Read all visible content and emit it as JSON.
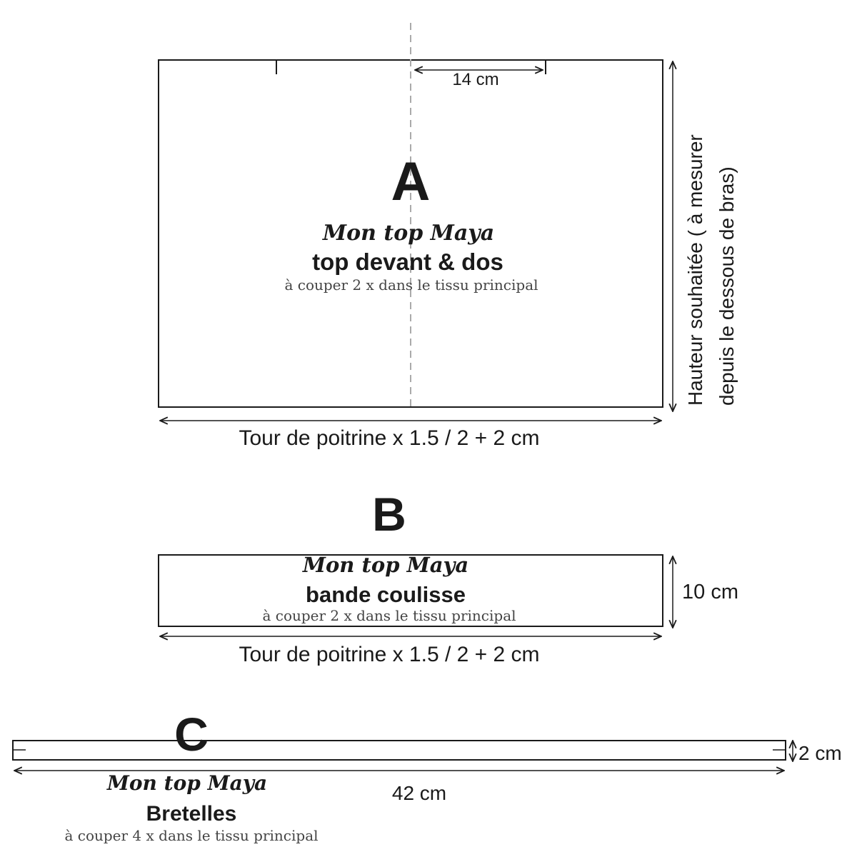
{
  "piece_a": {
    "letter": "A",
    "brand": "Mon top Maya",
    "title": "top devant & dos",
    "instruction": "à couper 2 x dans le tissu principal",
    "slit_dim": "14 cm",
    "width_dim": "Tour de poitrine x 1.5 / 2 + 2 cm",
    "height_dim_line1": "Hauteur souhaitée ( à mesurer",
    "height_dim_line2": "depuis le dessous de bras)"
  },
  "piece_b": {
    "letter": "B",
    "brand": "Mon top Maya",
    "title": "bande coulisse",
    "instruction": "à couper 2 x dans le tissu principal",
    "width_dim": "Tour de poitrine x 1.5 / 2 + 2 cm",
    "height_dim": "10 cm"
  },
  "piece_c": {
    "letter": "C",
    "brand": "Mon top Maya",
    "title": "Bretelles",
    "instruction": "à couper 4 x dans le tissu principal",
    "width_dim": "42 cm",
    "height_dim": "2 cm"
  },
  "colors": {
    "line": "#1a1a1a",
    "fold_line": "#aaaaaa"
  }
}
